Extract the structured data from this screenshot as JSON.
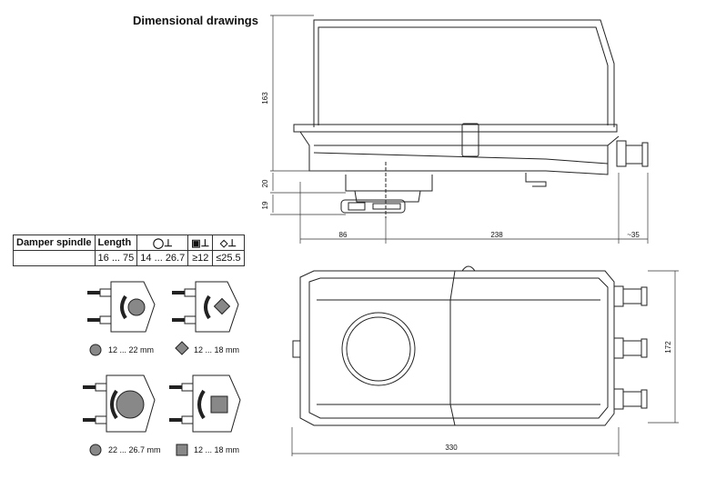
{
  "title": "Dimensional drawings",
  "dimensions": {
    "height_top": "163",
    "d20": "20",
    "d19": "19",
    "d86": "86",
    "d238": "238",
    "d35": "~35",
    "d330": "330",
    "d172": "172"
  },
  "spindle_table": {
    "col_spindle": "Damper spindle",
    "col_length": "Length",
    "length_value": "16 ... 75",
    "round_value": "14 ... 26.7",
    "square_value": "≥12",
    "diamond_value": "≤25.5"
  },
  "clamp_labels": {
    "round_small": "12 ... 22 mm",
    "square_small": "12 ... 18 mm",
    "round_large": "22 ... 26.7 mm",
    "square_large": "12 ... 18 mm"
  }
}
